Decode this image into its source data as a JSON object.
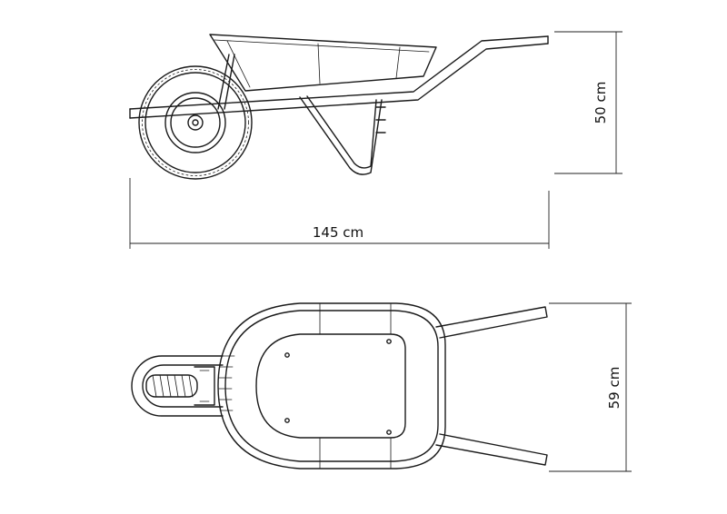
{
  "dimensions": {
    "length": "145 cm",
    "height": "50 cm",
    "width": "59 cm"
  },
  "colors": {
    "line": "#1a1a1a",
    "background": "#ffffff"
  }
}
